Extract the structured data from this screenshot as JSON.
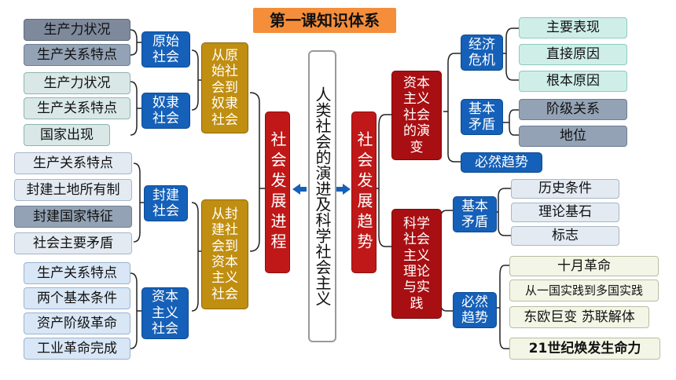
{
  "title": "第一课知识体系",
  "center": "人类社会的演进及科学社会主义",
  "left": {
    "branch_label": "社会发展进程",
    "groups": [
      {
        "label": "从原始社会到奴隶社会",
        "stages": [
          {
            "label": "原始社会",
            "items": [
              "生产力状况",
              "生产关系特点"
            ]
          },
          {
            "label": "奴隶社会",
            "items": [
              "生产力状况",
              "生产关系特点",
              "国家出现"
            ]
          }
        ]
      },
      {
        "label": "从封建社会到资本主义社会",
        "stages": [
          {
            "label": "封建社会",
            "items": [
              "生产关系特点",
              "封建土地所有制",
              "封建国家特征",
              "社会主要矛盾"
            ]
          },
          {
            "label": "资本主义社会",
            "items": [
              "生产关系特点",
              "两个基本条件",
              "资产阶级革命",
              "工业革命完成"
            ]
          }
        ]
      }
    ]
  },
  "right": {
    "branch_label": "社会发展趋势",
    "groups": [
      {
        "label": "资本主义社会的演变",
        "subs": [
          {
            "label": "经济危机",
            "items": [
              "主要表现",
              "直接原因",
              "根本原因"
            ]
          },
          {
            "label": "基本矛盾",
            "items": [
              "阶级关系",
              "地位"
            ]
          },
          {
            "label": "必然趋势",
            "items": []
          }
        ]
      },
      {
        "label": "科学社会主义理论与实践",
        "subs": [
          {
            "label": "基本矛盾",
            "items": [
              "历史条件",
              "理论基石",
              "标志"
            ]
          },
          {
            "label": "必然趋势",
            "items": [
              "十月革命",
              "从一国实践到多国实践",
              "东欧巨变 苏联解体",
              "21世纪焕发生命力"
            ]
          }
        ]
      }
    ]
  },
  "colors": {
    "blue": "#1560b8",
    "gold": "#c08e10",
    "red": "#c01818",
    "title_bg": "#f58e3a",
    "arrow": "#1560b8"
  }
}
